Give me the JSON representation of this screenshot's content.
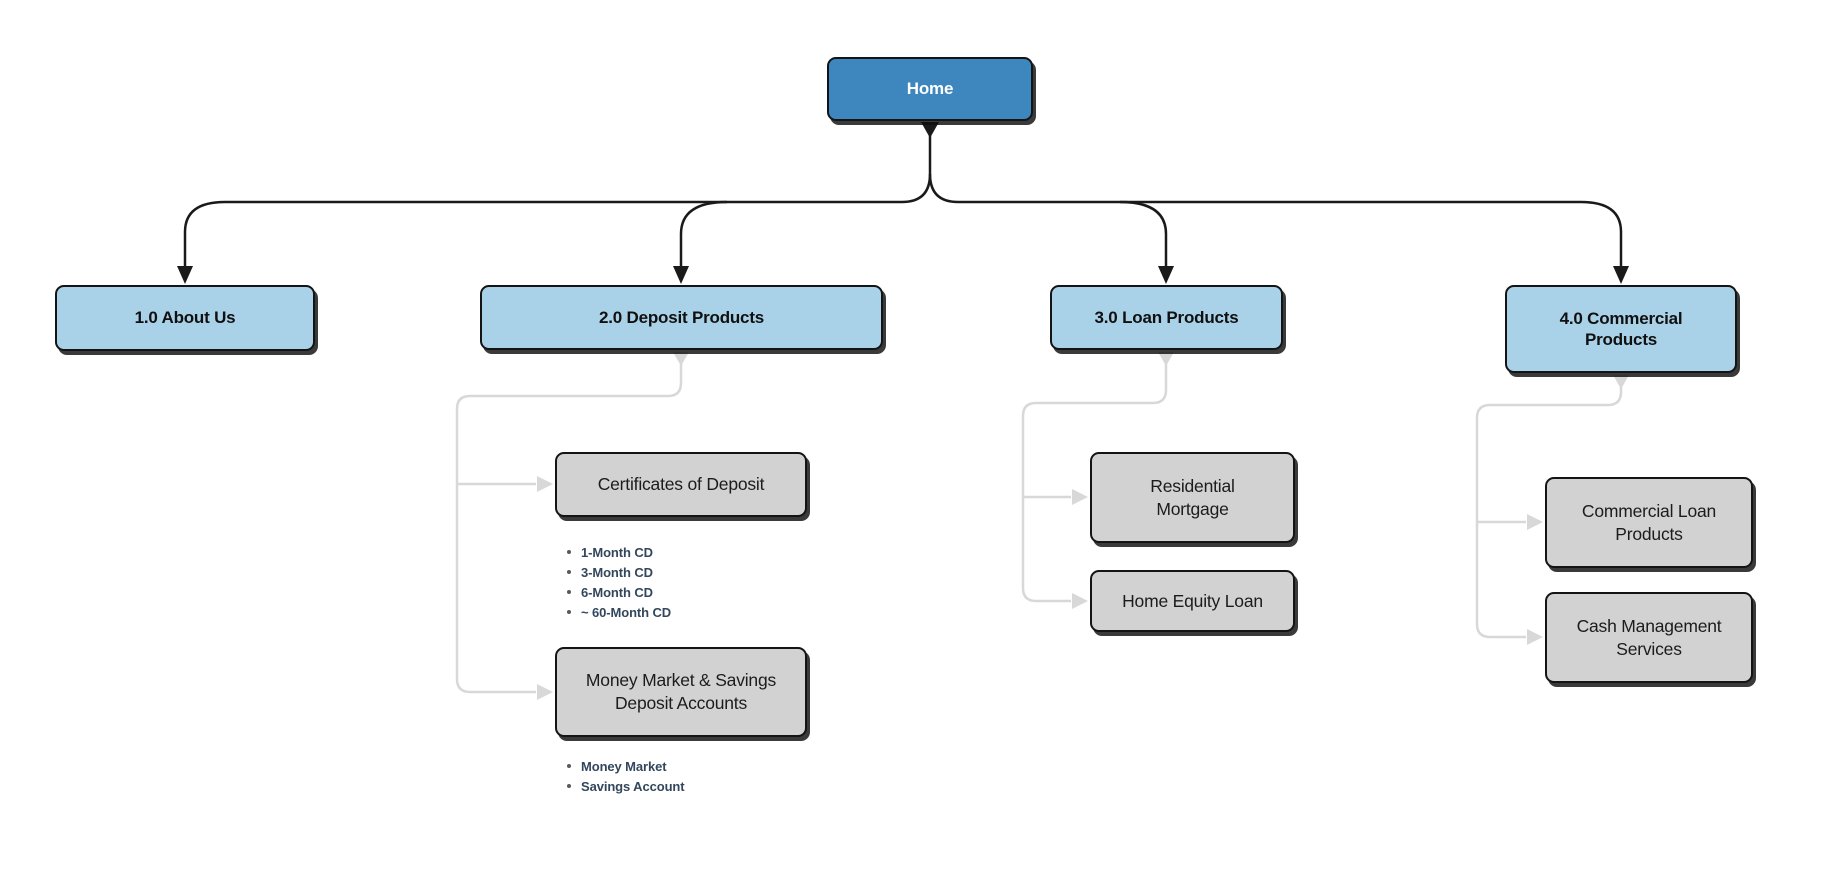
{
  "home": {
    "label": "Home"
  },
  "sections": {
    "about": {
      "label": "1.0 About Us"
    },
    "deposit": {
      "label": "2.0 Deposit Products",
      "children": {
        "cod": {
          "label": "Certificates of Deposit",
          "bullets": [
            "1-Month CD",
            "3-Month CD",
            "6-Month CD",
            "~ 60-Month CD"
          ]
        },
        "mmsa": {
          "label": "Money Market & Savings Deposit Accounts",
          "bullets": [
            "Money Market",
            "Savings Account"
          ]
        }
      }
    },
    "loan": {
      "label": "3.0 Loan Products",
      "children": {
        "resmort": {
          "label": "Residential Mortgage"
        },
        "heloan": {
          "label": "Home Equity Loan"
        }
      }
    },
    "commercial": {
      "label": "4.0 Commercial Products",
      "children": {
        "clp": {
          "label": "Commercial Loan Products"
        },
        "cms": {
          "label": "Cash Management Services"
        }
      }
    }
  },
  "colors": {
    "home_fill": "#3d87be",
    "level1_fill": "#a9d2e8",
    "level2_fill": "#d2d2d2",
    "primary_connector": "#1a1a1a",
    "secondary_connector": "#d8d8d8",
    "bullet_text": "#33475c",
    "border": "#141414",
    "background": "#ffffff"
  }
}
